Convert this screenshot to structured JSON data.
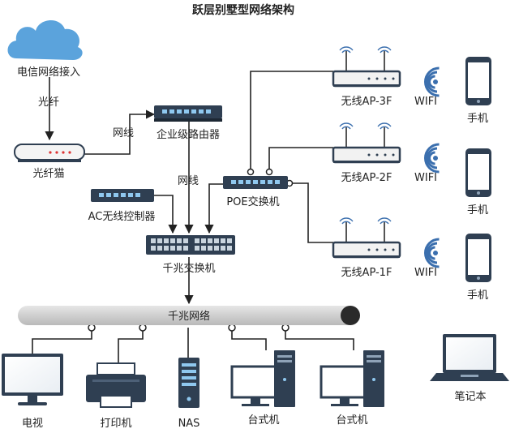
{
  "title": "跃层别墅型网络架构",
  "nodes": {
    "isp": "电信网络接入",
    "fiber_link": "光纤",
    "modem": "光纤猫",
    "wan_link": "网线",
    "router": "企业级路由器",
    "lan_link": "网线",
    "ac": "AC无线控制器",
    "poe": "POE交换机",
    "switch": "千兆交换机",
    "network": "千兆网络"
  },
  "floors": [
    {
      "ap": "无线AP-3F",
      "wifi": "WIFI",
      "device": "手机"
    },
    {
      "ap": "无线AP-2F",
      "wifi": "WIFI",
      "device": "手机"
    },
    {
      "ap": "无线AP-1F",
      "wifi": "WIFI",
      "device": "手机"
    }
  ],
  "endpoints": {
    "tv": "电视",
    "printer": "打印机",
    "nas": "NAS",
    "desktop1": "台式机",
    "desktop2": "台式机",
    "laptop": "笔记本"
  },
  "colors": {
    "cloud": "#5ba3dc",
    "device_dark": "#2f3f52",
    "port_blue": "#8fc8ef",
    "bus": "#cfcfcf",
    "wifi_blue": "#3b6fae"
  }
}
